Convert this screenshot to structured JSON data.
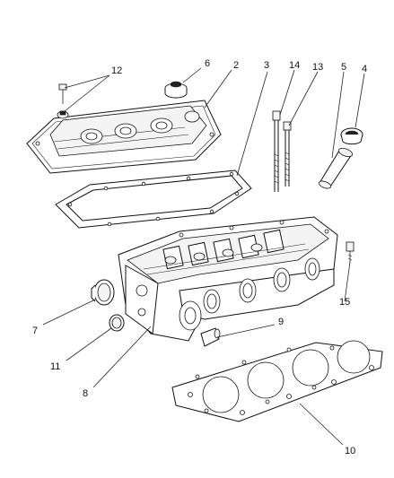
{
  "callouts": {
    "c1": "2",
    "c2": "3",
    "c3": "4",
    "c4": "5",
    "c5": "6",
    "c6": "7",
    "c7": "8",
    "c8": "9",
    "c9": "10",
    "c10": "11",
    "c11": "12",
    "c12": "13",
    "c13": "14",
    "c14": "15"
  }
}
